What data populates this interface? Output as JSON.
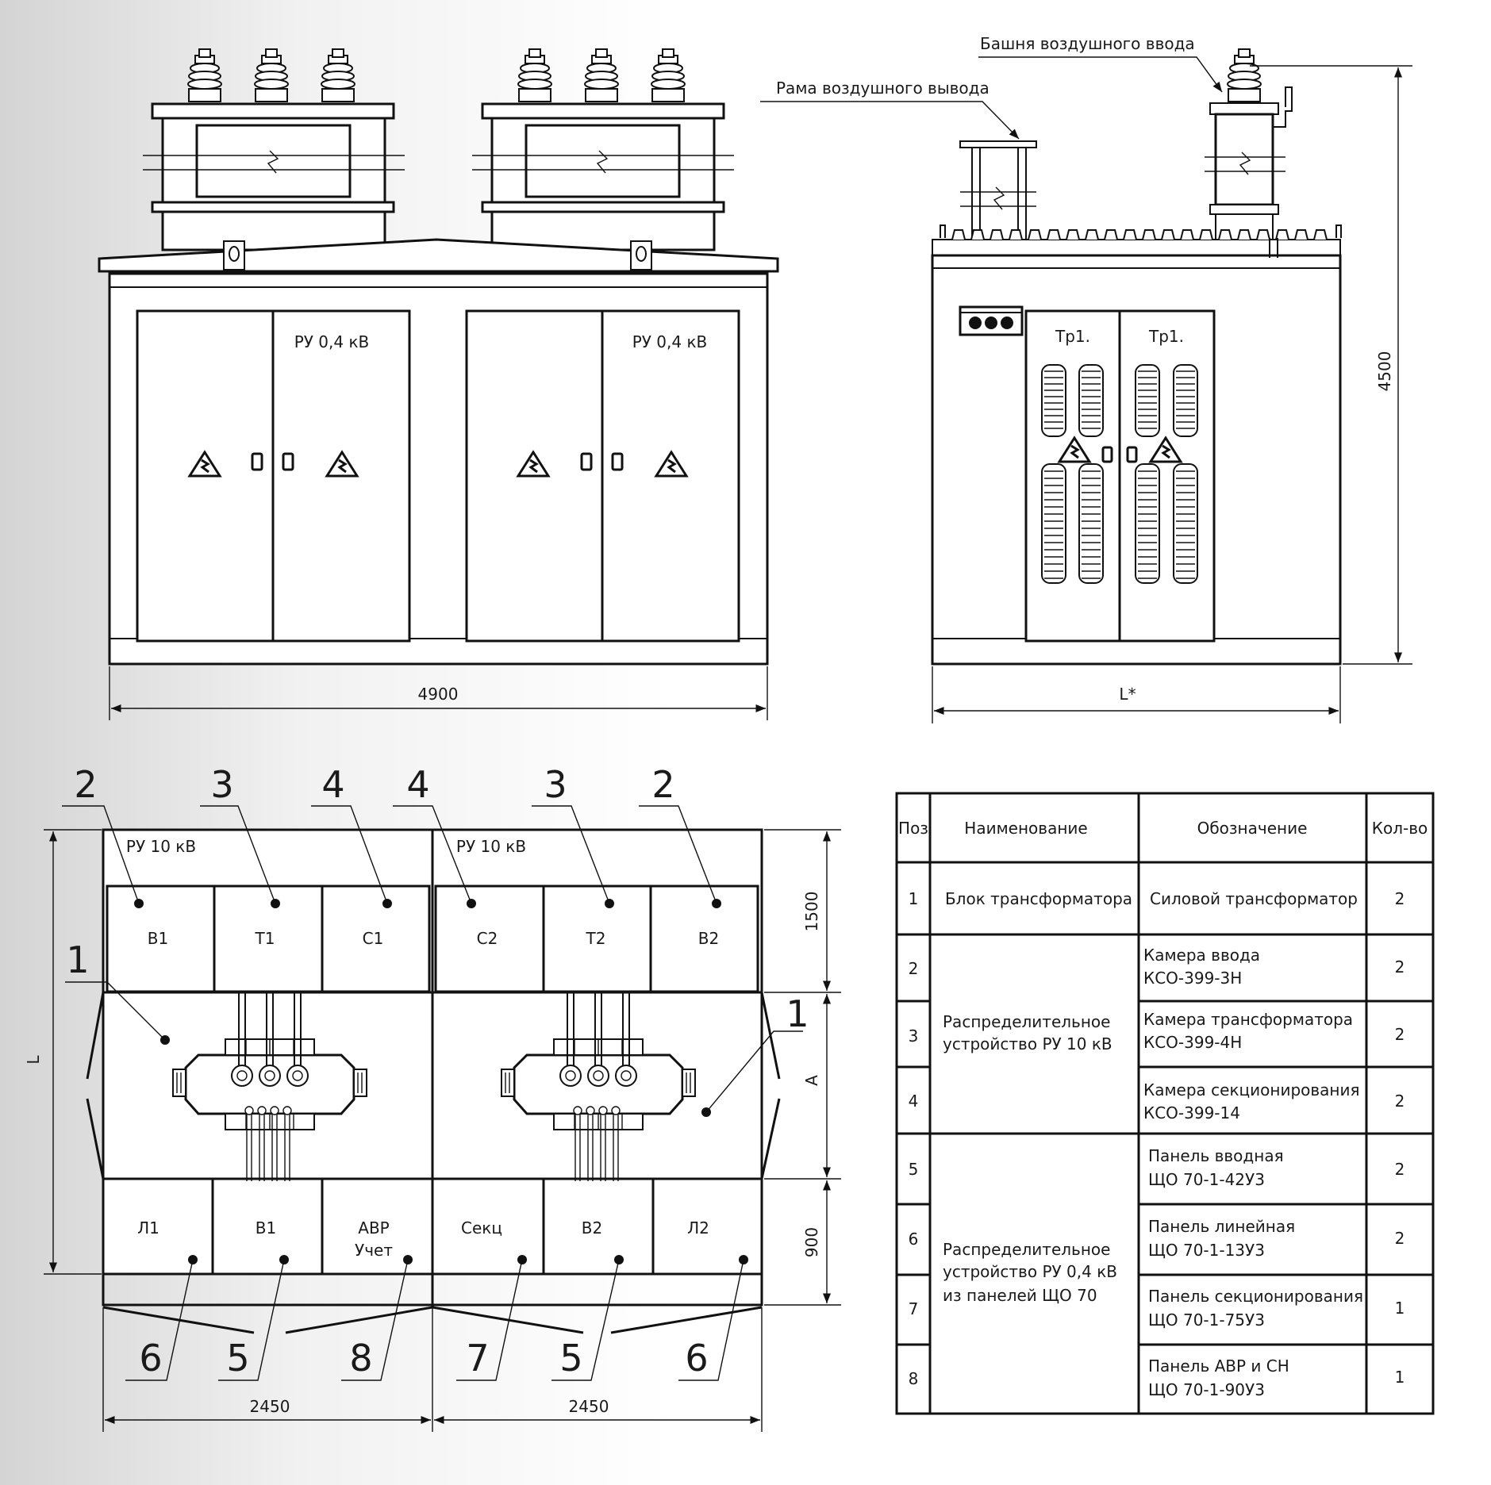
{
  "front_view": {
    "door_label_1": "РУ 0,4 кВ",
    "door_label_2": "РУ 0,4 кВ",
    "width_dim": "4900"
  },
  "side_view": {
    "callout_tower": "Башня воздушного ввода",
    "callout_frame": "Рама воздушного вывода",
    "door_label_1": "Тр1.",
    "door_label_2": "Тр1.",
    "height_dim": "4500",
    "width_dim": "L*"
  },
  "plan_view": {
    "ru10_left": "РУ 10 кВ",
    "ru10_right": "РУ 10 кВ",
    "top_cells": [
      "В1",
      "Т1",
      "С1",
      "С2",
      "Т2",
      "В2"
    ],
    "bottom_cells_left": [
      "Л1",
      "В1",
      "АВР",
      "Учет"
    ],
    "bottom_cells_right": [
      "Секц",
      "В2",
      "Л2"
    ],
    "top_numbers": [
      "2",
      "3",
      "4",
      "4",
      "3",
      "2"
    ],
    "side_numbers": [
      "1",
      "1"
    ],
    "bottom_numbers": [
      "6",
      "5",
      "8",
      "7",
      "5",
      "6"
    ],
    "dim_1500": "1500",
    "dim_A": "A",
    "dim_900": "900",
    "dim_L": "L",
    "dim_left": "2450",
    "dim_right": "2450"
  },
  "table": {
    "headers": [
      "Поз",
      "Наименование",
      "Обозначение",
      "Кол-во"
    ],
    "row1": {
      "pos": "1",
      "name": "Блок трансформатора",
      "code": "Силовой трансформатор",
      "qty": "2"
    },
    "group_ru10": [
      "Распределительное",
      "устройство РУ 10 кВ"
    ],
    "group_ru04": [
      "Распределительное",
      "устройство РУ 0,4 кВ",
      "из панелей ЩО 70"
    ],
    "rows": [
      {
        "pos": "2",
        "code": [
          "Камера ввода",
          "КСО-399-3Н"
        ],
        "qty": "2"
      },
      {
        "pos": "3",
        "code": [
          "Камера трансформатора",
          "КСО-399-4Н"
        ],
        "qty": "2"
      },
      {
        "pos": "4",
        "code": [
          "Камера секционирования",
          "КСО-399-14"
        ],
        "qty": "2"
      },
      {
        "pos": "5",
        "code": [
          "Панель вводная",
          "ЩО 70-1-42У3"
        ],
        "qty": "2"
      },
      {
        "pos": "6",
        "code": [
          "Панель линейная",
          "ЩО 70-1-13У3"
        ],
        "qty": "2"
      },
      {
        "pos": "7",
        "code": [
          "Панель секционирования",
          "ЩО 70-1-75У3"
        ],
        "qty": "1"
      },
      {
        "pos": "8",
        "code": [
          "Панель АВР и СН",
          "ЩО 70-1-90У3"
        ],
        "qty": "1"
      }
    ]
  }
}
